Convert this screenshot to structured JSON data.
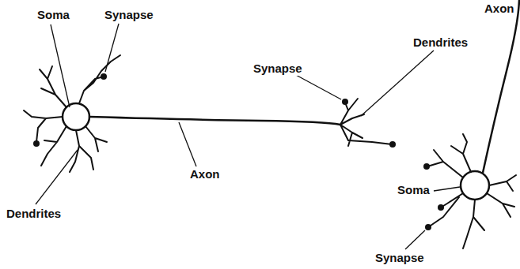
{
  "diagram": {
    "labels": [
      "Soma",
      "Synapse",
      "Axon",
      "Dendrites",
      "Synapse",
      "Axon",
      "Dendrites",
      "Soma",
      "Synapse"
    ]
  }
}
